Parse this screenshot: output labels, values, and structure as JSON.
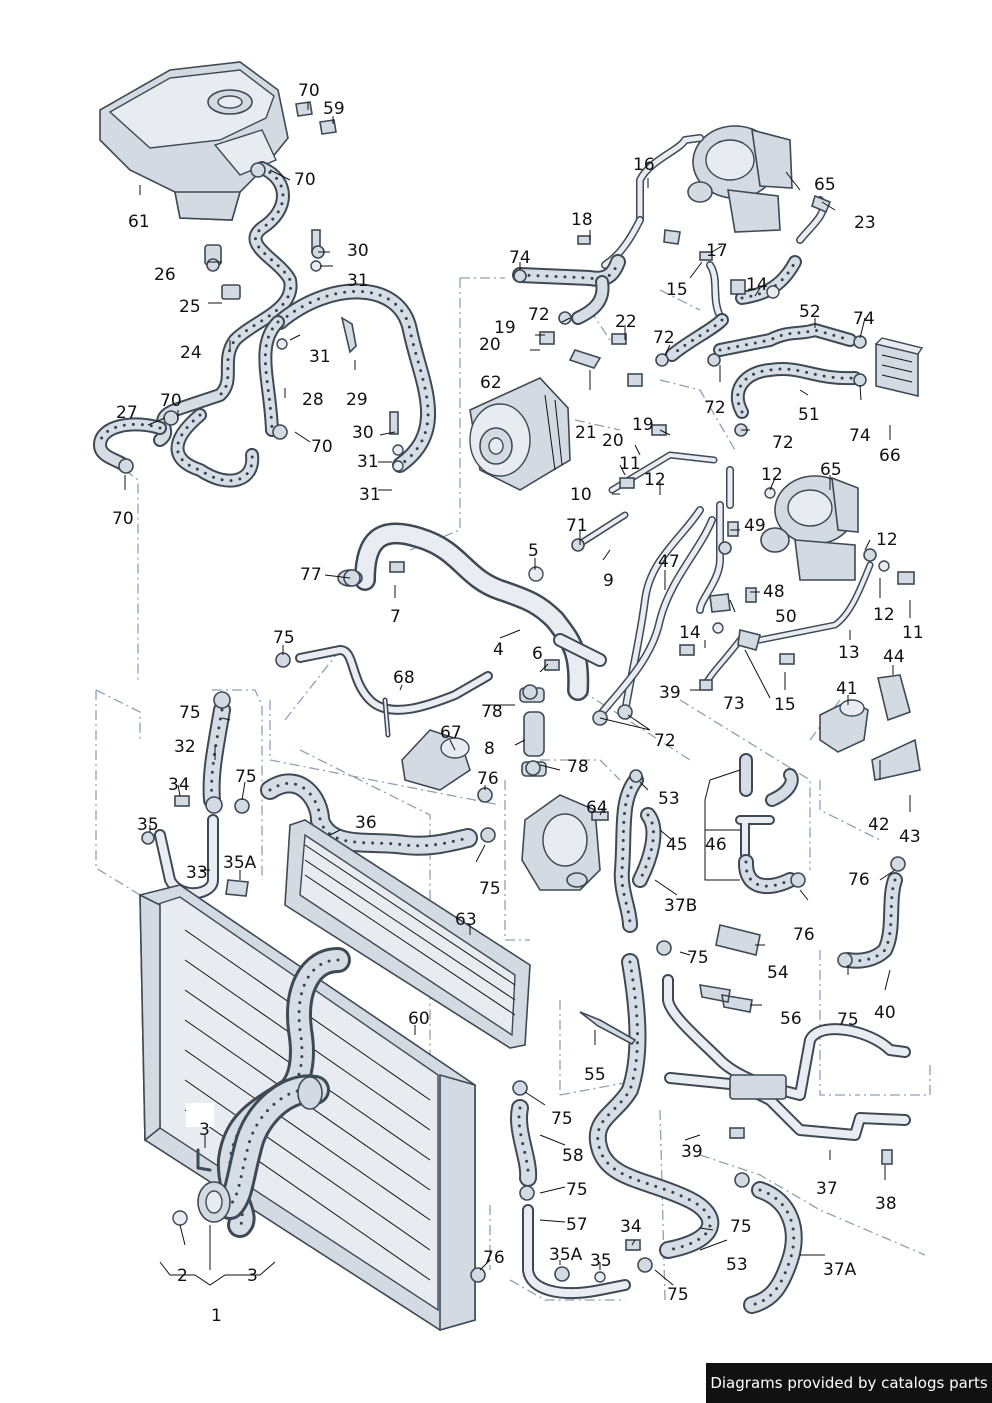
{
  "labels": [
    {
      "t": "70"
    },
    {
      "t": "59"
    },
    {
      "t": "70"
    },
    {
      "t": "61"
    },
    {
      "t": "30"
    },
    {
      "t": "26"
    },
    {
      "t": "31"
    },
    {
      "t": "25"
    },
    {
      "t": "24"
    },
    {
      "t": "31"
    },
    {
      "t": "28"
    },
    {
      "t": "29"
    },
    {
      "t": "27"
    },
    {
      "t": "70"
    },
    {
      "t": "70"
    },
    {
      "t": "30"
    },
    {
      "t": "31"
    },
    {
      "t": "31"
    },
    {
      "t": "70"
    },
    {
      "t": "16"
    },
    {
      "t": "65"
    },
    {
      "t": "23"
    },
    {
      "t": "18"
    },
    {
      "t": "17"
    },
    {
      "t": "74"
    },
    {
      "t": "15"
    },
    {
      "t": "14"
    },
    {
      "t": "72"
    },
    {
      "t": "19"
    },
    {
      "t": "20"
    },
    {
      "t": "22"
    },
    {
      "t": "52"
    },
    {
      "t": "74"
    },
    {
      "t": "72"
    },
    {
      "t": "62"
    },
    {
      "t": "21"
    },
    {
      "t": "51"
    },
    {
      "t": "72"
    },
    {
      "t": "74"
    },
    {
      "t": "66"
    },
    {
      "t": "19"
    },
    {
      "t": "72"
    },
    {
      "t": "20"
    },
    {
      "t": "11"
    },
    {
      "t": "12"
    },
    {
      "t": "10"
    },
    {
      "t": "12"
    },
    {
      "t": "65"
    },
    {
      "t": "71"
    },
    {
      "t": "49"
    },
    {
      "t": "12"
    },
    {
      "t": "77"
    },
    {
      "t": "5"
    },
    {
      "t": "9"
    },
    {
      "t": "47"
    },
    {
      "t": "7"
    },
    {
      "t": "48"
    },
    {
      "t": "50"
    },
    {
      "t": "12"
    },
    {
      "t": "11"
    },
    {
      "t": "75"
    },
    {
      "t": "4"
    },
    {
      "t": "6"
    },
    {
      "t": "14"
    },
    {
      "t": "13"
    },
    {
      "t": "68"
    },
    {
      "t": "44"
    },
    {
      "t": "41"
    },
    {
      "t": "39"
    },
    {
      "t": "73"
    },
    {
      "t": "15"
    },
    {
      "t": "75"
    },
    {
      "t": "78"
    },
    {
      "t": "72"
    },
    {
      "t": "32"
    },
    {
      "t": "8"
    },
    {
      "t": "67"
    },
    {
      "t": "78"
    },
    {
      "t": "34"
    },
    {
      "t": "75"
    },
    {
      "t": "76"
    },
    {
      "t": "53"
    },
    {
      "t": "42"
    },
    {
      "t": "64"
    },
    {
      "t": "43"
    },
    {
      "t": "35"
    },
    {
      "t": "36"
    },
    {
      "t": "45"
    },
    {
      "t": "46"
    },
    {
      "t": "35A"
    },
    {
      "t": "33"
    },
    {
      "t": "76"
    },
    {
      "t": "75"
    },
    {
      "t": "37B"
    },
    {
      "t": "76"
    },
    {
      "t": "63"
    },
    {
      "t": "54"
    },
    {
      "t": "75"
    },
    {
      "t": "40"
    },
    {
      "t": "56"
    },
    {
      "t": "60"
    },
    {
      "t": "75"
    },
    {
      "t": "55"
    },
    {
      "t": "75"
    },
    {
      "t": "39"
    },
    {
      "t": "3"
    },
    {
      "t": "58"
    },
    {
      "t": "37"
    },
    {
      "t": "38"
    },
    {
      "t": "75"
    },
    {
      "t": "57"
    },
    {
      "t": "34"
    },
    {
      "t": "75"
    },
    {
      "t": "35A"
    },
    {
      "t": "35"
    },
    {
      "t": "76"
    },
    {
      "t": "53"
    },
    {
      "t": "37A"
    },
    {
      "t": "2"
    },
    {
      "t": "3"
    },
    {
      "t": "75"
    },
    {
      "t": "1"
    }
  ],
  "credit": "Diagrams provided by catalogs parts",
  "colors": {
    "line": "#3d4a56",
    "fill": "#d3dae1",
    "light": "#e8ecf0",
    "dash": "#8ea1b3"
  }
}
